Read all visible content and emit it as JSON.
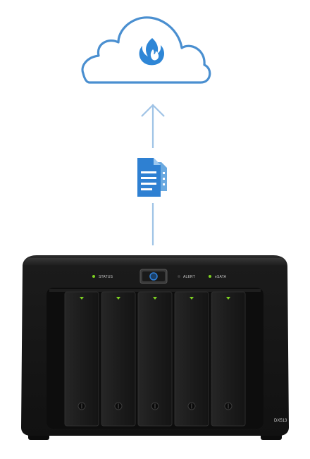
{
  "colors": {
    "accent": "#4a8fd0",
    "arrow": "#9fc3e6",
    "device_body": "#1e1e1e",
    "led": "#7ed321",
    "power_button": "#2f7fd9"
  },
  "icons": {
    "cloud": "cloud-icon",
    "flame": "flame-icon",
    "document": "document-icon",
    "arrow": "arrow-up-icon"
  },
  "device": {
    "status_label": "STATUS",
    "alert_label": "ALERT",
    "esata_label": "eSATA",
    "model": "DX513",
    "bay_count": 5
  }
}
